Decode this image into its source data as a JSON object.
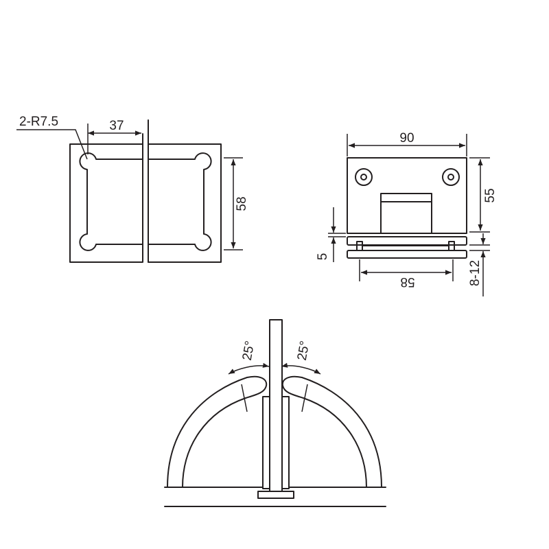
{
  "front_view": {
    "radius_label": "2-R7.5",
    "offset_label": "37",
    "height_label": "58"
  },
  "side_view": {
    "width_label": "90",
    "height_label": "55",
    "gap_label": "5",
    "bottom_label": "58",
    "glass_label": "8-12"
  },
  "rotation_view": {
    "left_angle_label": "25°",
    "right_angle_label": "25°"
  },
  "colors": {
    "line": "#231f20",
    "background": "#ffffff"
  }
}
